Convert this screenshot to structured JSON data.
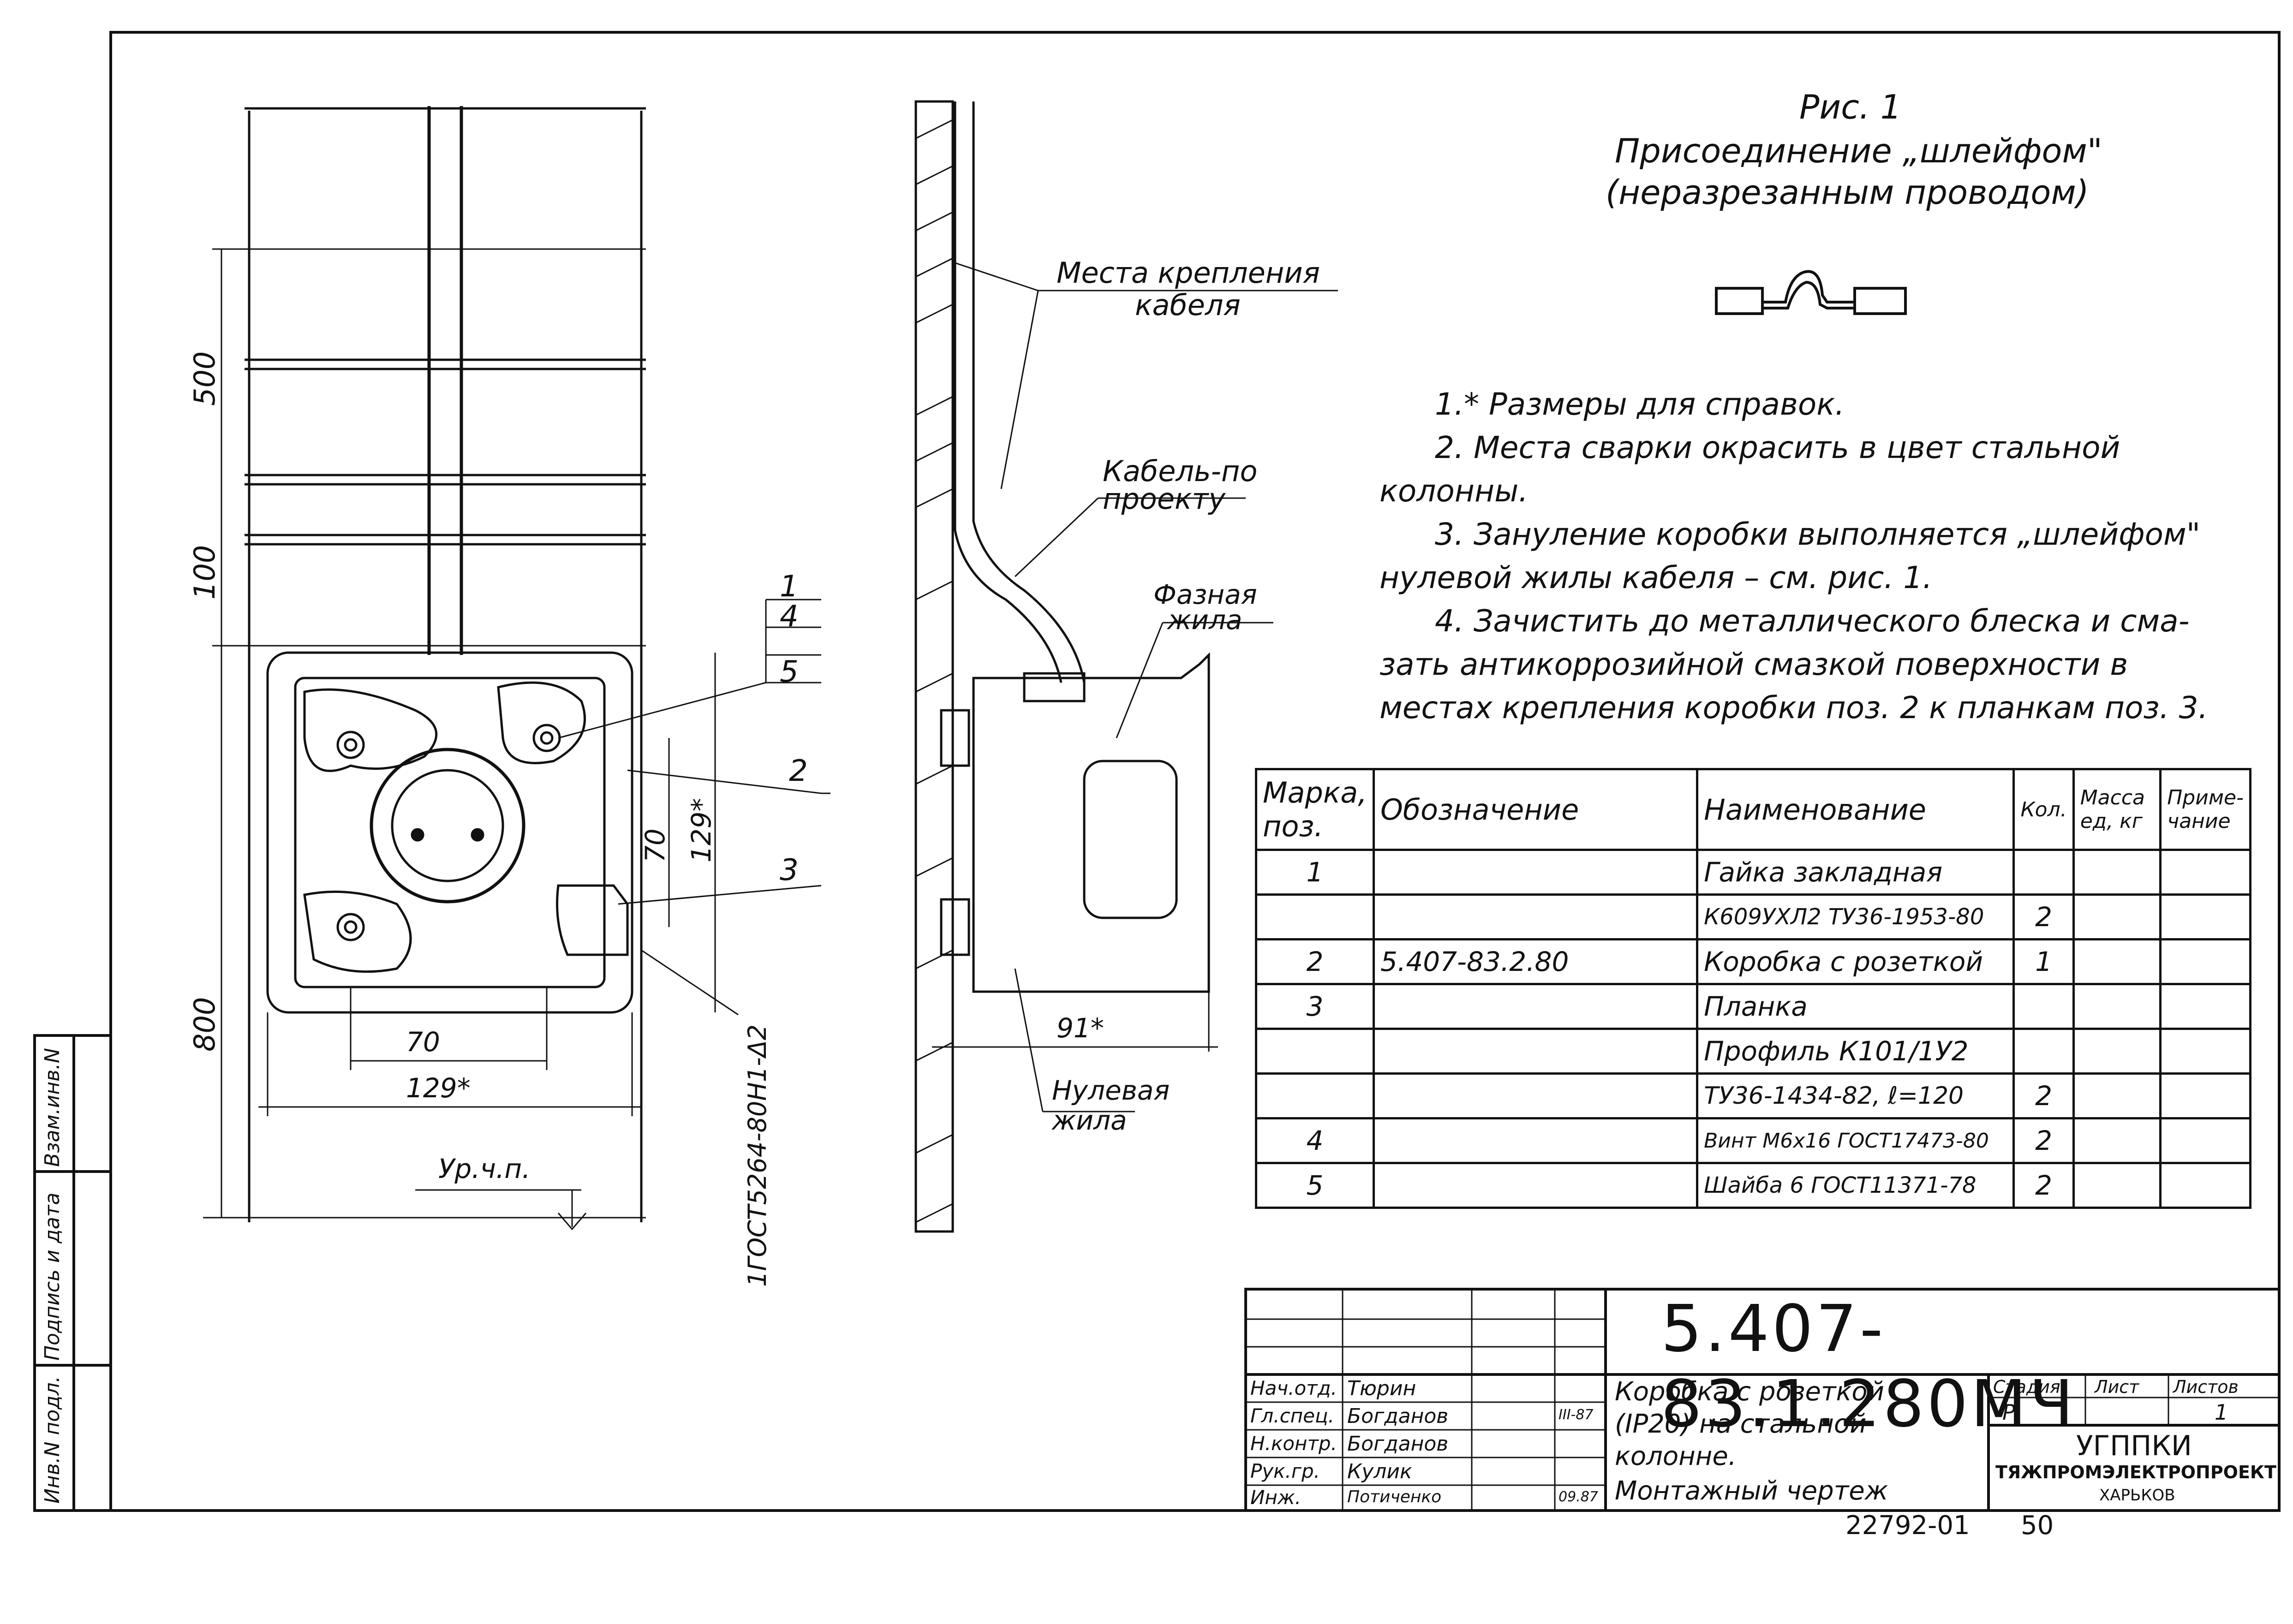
{
  "figure": {
    "caption": "Рис. 1",
    "title_line1": "Присоединение „шлейфом\"",
    "title_line2": "(неразрезанным проводом)"
  },
  "notes": [
    "1.* Размеры для справок.",
    "2. Места сварки окрасить в цвет стальной",
    "колонны.",
    "3. Зануление коробки выполняется „шлейфом\"",
    "нулевой жилы кабеля – см. рис. 1.",
    "4. Зачистить до металлического блеска и сма-",
    "зать антикоррозийной смазкой поверхности в",
    "местах крепления коробки поз. 2 к планкам поз. 3."
  ],
  "front_view": {
    "dim_500": "500",
    "dim_100": "100",
    "dim_800": "800",
    "dim_70_h": "70",
    "dim_129_h": "129*",
    "dim_70_v": "70",
    "dim_129_v": "129*",
    "level_label": "Ур.ч.п.",
    "weld_label": "1ГОСТ5264-80Н1-Δ2",
    "callouts": [
      "1",
      "4",
      "5",
      "2",
      "3"
    ]
  },
  "side_view": {
    "label_cable_mount_1": "Места крепления",
    "label_cable_mount_2": "кабеля",
    "label_cable_1": "Кабель-по",
    "label_cable_2": "проекту",
    "label_phase_1": "Фазная",
    "label_phase_2": "жила",
    "label_neutral_1": "Нулевая",
    "label_neutral_2": "жила",
    "dim_91": "91*"
  },
  "spec_table": {
    "headers": [
      "Марка, поз.",
      "Обозначение",
      "Наименование",
      "Кол.",
      "Масса ед, кг",
      "Приме- чание"
    ],
    "rows": [
      [
        "1",
        "",
        "Гайка закладная",
        "",
        "",
        ""
      ],
      [
        "",
        "",
        "К609УХЛ2 ТУ36-1953-80",
        "2",
        "",
        ""
      ],
      [
        "2",
        "5.407-83.2.80",
        "Коробка с розеткой",
        "1",
        "",
        ""
      ],
      [
        "3",
        "",
        "Планка",
        "",
        "",
        ""
      ],
      [
        "",
        "",
        "Профиль К101/1У2",
        "",
        "",
        ""
      ],
      [
        "",
        "",
        "ТУ36-1434-82, ℓ=120",
        "2",
        "",
        ""
      ],
      [
        "4",
        "",
        "Винт М6х16 ГОСТ17473-80",
        "2",
        "",
        ""
      ],
      [
        "5",
        "",
        "Шайба 6 ГОСТ11371-78",
        "2",
        "",
        ""
      ]
    ]
  },
  "title_block": {
    "code": "5.407-83.1.280МЧ",
    "roles": [
      "Нач.отд.",
      "Гл.спец.",
      "Н.контр.",
      "Рук.гр.",
      "Инж."
    ],
    "names": [
      "Тюрин",
      "Богданов",
      "Богданов",
      "Кулик",
      "Потиченко"
    ],
    "date_1": "III-87",
    "date_2": "09.87",
    "title_l1": "Коробка с розеткой",
    "title_l2": "(IP20) на стальной",
    "title_l3": "колонне.",
    "title_l4": "Монтажный чертеж",
    "stage_h": "Стадия",
    "sheet_h": "Лист",
    "sheets_h": "Листов",
    "stage": "Р",
    "sheets": "1",
    "org_1": "УГППКИ",
    "org_2": "ТЯЖПРОМЭЛЕКТРОПРОЕКТ",
    "org_3": "ХАРЬКОВ",
    "archive_no": "22792-01",
    "page_no": "50"
  },
  "side_stamp": {
    "f1": "Инв.N подл.",
    "f2": "Подпись и дата",
    "f3": "Взам.инв.N"
  }
}
